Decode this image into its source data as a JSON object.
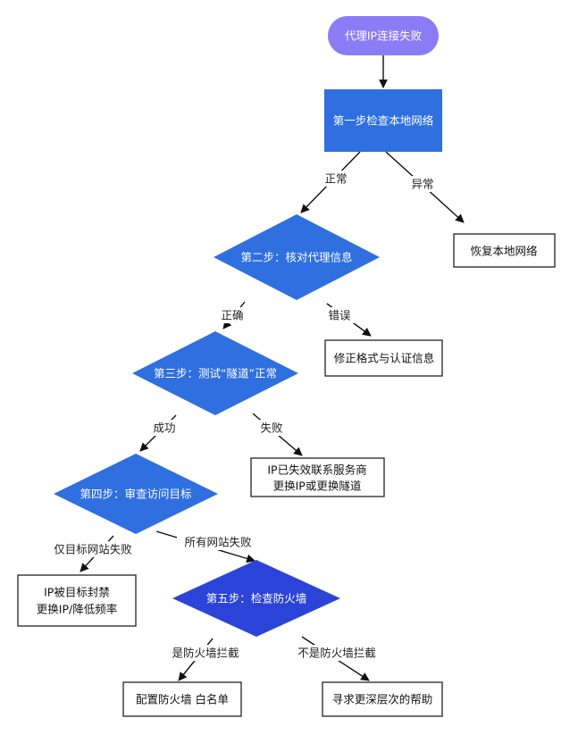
{
  "colors": {
    "start_fill": "#8b7cf6",
    "process_fill": "#2f6fe0",
    "decision_fill": "#2f6fe0",
    "decision5_fill": "#2b44d8",
    "box_stroke": "#222222",
    "arrow": "#111111"
  },
  "nodes": {
    "start": "代理IP连接失败",
    "step1": "第一步检查本地网络",
    "restore_network": "恢复本地网络",
    "step2": "第二步：核对代理信息",
    "fix_format": "修正格式与认证信息",
    "step3": "第三步：测试“隧道”正常",
    "ip_invalid": [
      "IP已失效联系服务商",
      "更换IP或更换隧道"
    ],
    "step4": "第四步：审查访问目标",
    "ip_banned": [
      "IP被目标封禁",
      "更换IP/降低频率"
    ],
    "step5": "第五步：检查防火墙",
    "config_firewall": "配置防火墙 白名单",
    "seek_help": "寻求更深层次的帮助"
  },
  "edges": {
    "normal": "正常",
    "abnormal": "异常",
    "correct": "正确",
    "error": "错误",
    "success": "成功",
    "fail": "失败",
    "only_target_fail": "仅目标网站失败",
    "all_sites_fail": "所有网站失败",
    "firewall_blocked": "是防火墙拦截",
    "not_firewall_blocked": "不是防火墙拦截"
  }
}
